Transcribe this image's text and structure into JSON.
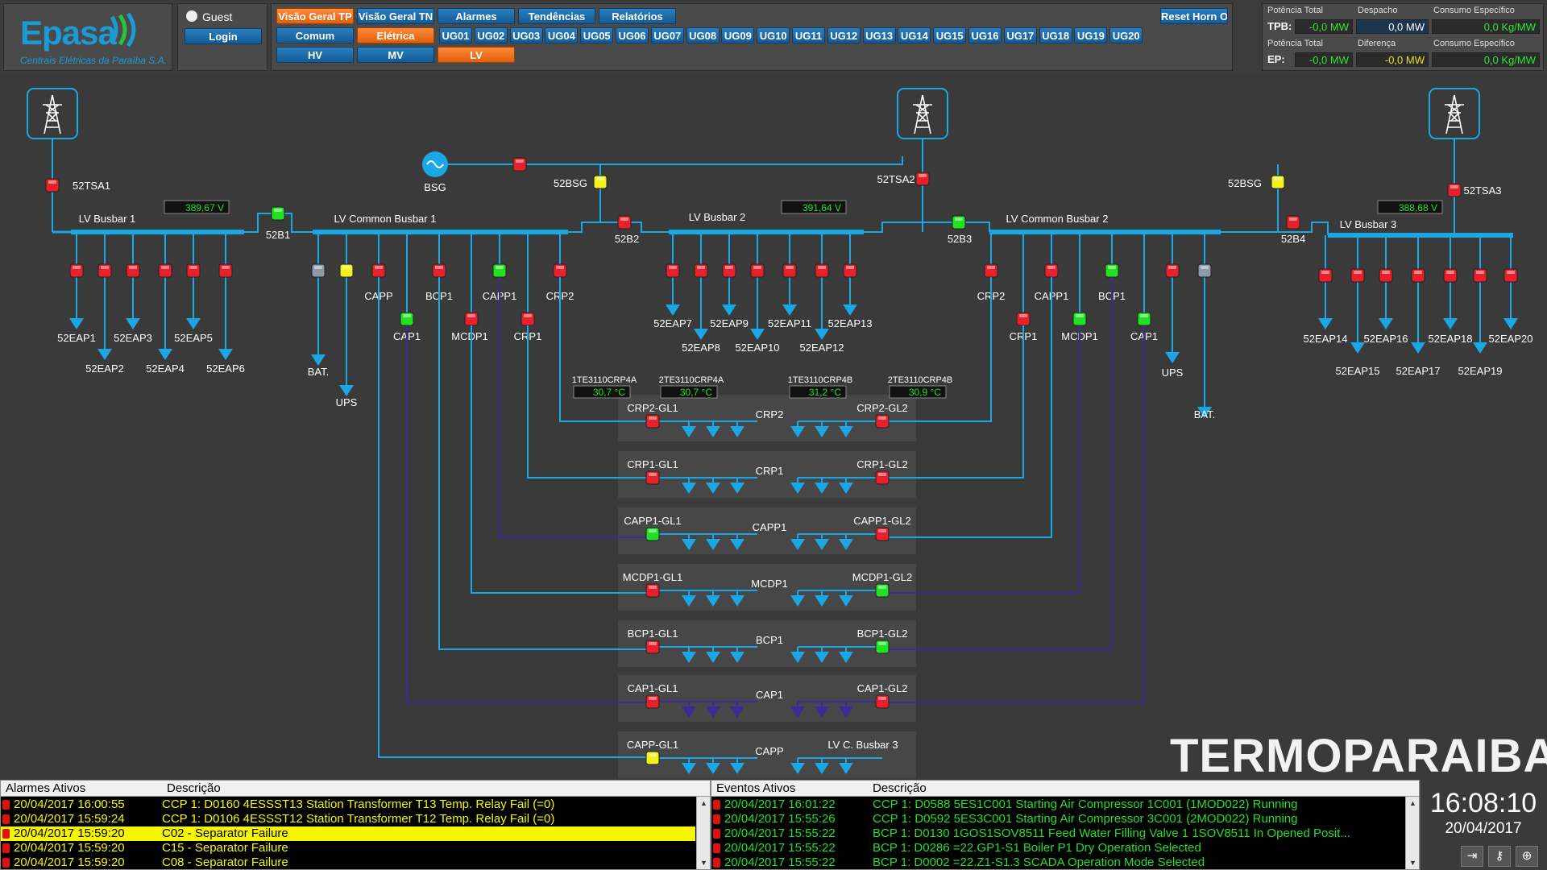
{
  "logo": {
    "name": "Epasa",
    "subtitle": "Centrais Elétricas da Paraíba S.A."
  },
  "user": {
    "name": "Guest",
    "login": "Login"
  },
  "nav": {
    "row1": [
      "Visão Geral TP",
      "Visão Geral TN",
      "Alarmes",
      "Tendências",
      "Relatórios"
    ],
    "row2": [
      "Comum",
      "Elétrica"
    ],
    "row3": [
      "HV",
      "MV",
      "LV"
    ],
    "units": [
      "UG01",
      "UG02",
      "UG03",
      "UG04",
      "UG05",
      "UG06",
      "UG07",
      "UG08",
      "UG09",
      "UG10",
      "UG11",
      "UG12",
      "UG13",
      "UG14",
      "UG15",
      "UG16",
      "UG17",
      "UG18",
      "UG19",
      "UG20"
    ],
    "reset": "Reset",
    "horn_off": "Horn Off"
  },
  "metrics": {
    "pot_total": "Potência Total",
    "despacho": "Despacho",
    "consumo": "Consumo Específico",
    "tpb": "TPB:",
    "tpb_val": "-0,0 MW",
    "desp_val": "0,0 MW",
    "cons1": "0,0 Kg/MW",
    "diferenca": "Diferença",
    "ep": "EP:",
    "ep_val": "-0,0 MW",
    "dif_val": "-0,0 MW",
    "cons2": "0,0 Kg/MW"
  },
  "diagram": {
    "busbars": {
      "lv1": "LV Busbar 1",
      "lvc1": "LV Common Busbar 1",
      "lv2": "LV Busbar 2",
      "lvc2": "LV Common Busbar 2",
      "lv3": "LV Busbar 3",
      "lvcb3": "LV C. Busbar 3"
    },
    "voltages": {
      "v1": "389,67  V",
      "v2": "391,64  V",
      "v3": "388,68  V"
    },
    "labels": {
      "tsa1": "52TSA1",
      "tsa2": "52TSA2",
      "tsa3": "52TSA3",
      "bsg": "BSG",
      "bsg1": "52BSG",
      "bsg2": "52BSG",
      "b1": "52B1",
      "b2": "52B2",
      "b3": "52B3",
      "b4": "52B4"
    },
    "feeders": {
      "g1": [
        "52EAP1",
        "52EAP2",
        "52EAP3",
        "52EAP4",
        "52EAP5",
        "52EAP6"
      ],
      "g2": [
        "52EAP7",
        "52EAP8",
        "52EAP9",
        "52EAP10",
        "52EAP11",
        "52EAP12",
        "52EAP13"
      ],
      "g3": [
        "52EAP14",
        "52EAP15",
        "52EAP16",
        "52EAP17",
        "52EAP18",
        "52EAP19",
        "52EAP20"
      ]
    },
    "cbus1": {
      "bat": "BAT.",
      "ups": "UPS",
      "capp": "CAPP",
      "cap1": "CAP1",
      "bcp1": "BCP1",
      "mcdp1": "MCDP1",
      "capp1": "CAPP1",
      "crp1": "CRP1",
      "crp2": "CRP2"
    },
    "cbus2": {
      "crp2": "CRP2",
      "crp1": "CRP1",
      "capp1": "CAPP1",
      "mcdp1": "MCDP1",
      "bcp1": "BCP1",
      "cap1": "CAP1",
      "ups": "UPS",
      "bat": "BAT."
    },
    "temps": [
      {
        "tag": "1TE3110CRP4A",
        "val": "30,7 °C"
      },
      {
        "tag": "2TE3110CRP4A",
        "val": "30,7 °C"
      },
      {
        "tag": "1TE3110CRP4B",
        "val": "31,2 °C"
      },
      {
        "tag": "2TE3110CRP4B",
        "val": "30,9 °C"
      }
    ],
    "rows": [
      {
        "gl1": "CRP2-GL1",
        "name": "CRP2",
        "gl2": "CRP2-GL2"
      },
      {
        "gl1": "CRP1-GL1",
        "name": "CRP1",
        "gl2": "CRP1-GL2"
      },
      {
        "gl1": "CAPP1-GL1",
        "name": "CAPP1",
        "gl2": "CAPP1-GL2"
      },
      {
        "gl1": "MCDP1-GL1",
        "name": "MCDP1",
        "gl2": "MCDP1-GL2"
      },
      {
        "gl1": "BCP1-GL1",
        "name": "BCP1",
        "gl2": "BCP1-GL2"
      },
      {
        "gl1": "CAP1-GL1",
        "name": "CAP1",
        "gl2": "CAP1-GL2"
      },
      {
        "gl1": "CAPP-GL1",
        "name": "CAPP",
        "gl2": ""
      }
    ]
  },
  "brand": "TERMOPARAIBA",
  "alarms": {
    "h1": "Alarmes Ativos",
    "h2": "Descrição",
    "rows": [
      {
        "time": "20/04/2017 16:00:55",
        "desc": "CCP 1: D0160 4ESSST13 Station Transformer T13 Temp. Relay Fail (=0)"
      },
      {
        "time": "20/04/2017 15:59:24",
        "desc": "CCP 1: D0106 4ESSST12 Station Transformer T12 Temp. Relay Fail (=0)"
      },
      {
        "time": "20/04/2017 15:59:20",
        "desc": "C02 - Separator Failure"
      },
      {
        "time": "20/04/2017 15:59:20",
        "desc": "C15 - Separator Failure"
      },
      {
        "time": "20/04/2017 15:59:20",
        "desc": "C08 - Separator Failure"
      }
    ]
  },
  "events": {
    "h1": "Eventos Ativos",
    "h2": "Descrição",
    "rows": [
      {
        "time": "20/04/2017 16:01:22",
        "desc": "CCP 1: D0588 5ES1C001 Starting Air Compressor 1C001 (1MOD022) Running"
      },
      {
        "time": "20/04/2017 15:55:26",
        "desc": "CCP 1: D0592 5ES3C001 Starting Air Compressor 3C001 (2MOD022) Running"
      },
      {
        "time": "20/04/2017 15:55:22",
        "desc": "BCP 1: D0130 1GOS1SOV8511 Feed Water Filling Valve 1 1SOV8511 In Opened Posit..."
      },
      {
        "time": "20/04/2017 15:55:22",
        "desc": "BCP 1: D0286 =22.GP1-S1 Boiler P1 Dry Operation Selected"
      },
      {
        "time": "20/04/2017 15:55:22",
        "desc": "BCP 1: D0002 =22.Z1-S1.3 SCADA Operation Mode Selected"
      }
    ]
  },
  "clock": {
    "time": "16:08:10",
    "date": "20/04/2017"
  },
  "colors": {
    "line": "#1aa7e6",
    "dark": "#3c2a9a",
    "red": "#e8202a",
    "green": "#22e022",
    "yellow": "#f2f21a",
    "gray": "#8a9aa8"
  }
}
